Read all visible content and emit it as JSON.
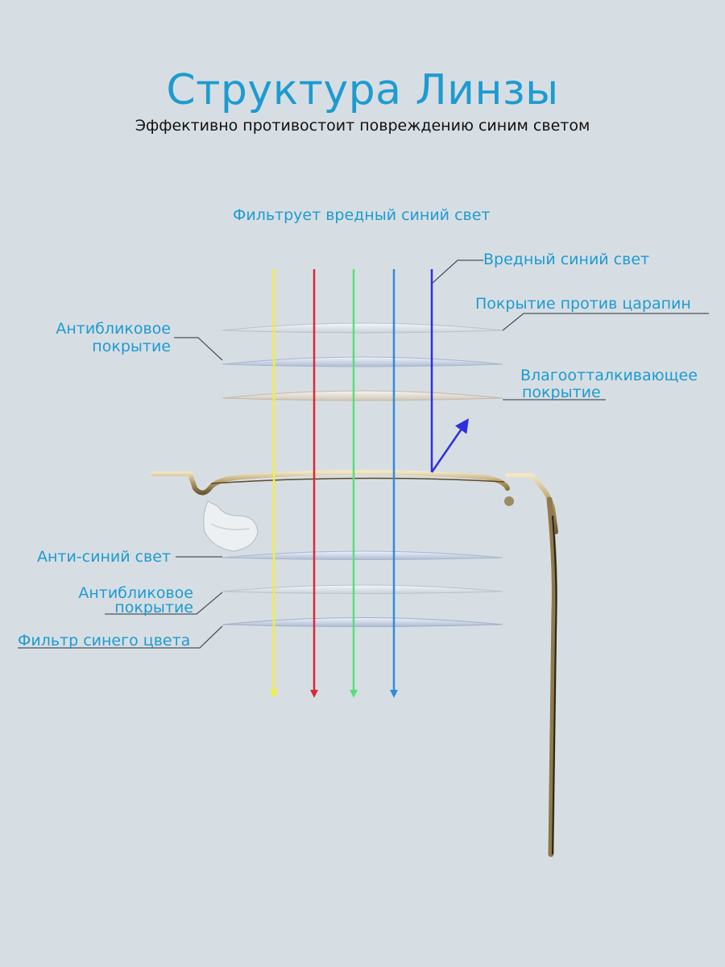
{
  "title": "Структура Линзы",
  "subtitle": "Эффективно противостоит повреждению синим светом",
  "labels": {
    "filters": "Фильтрует вредный синий свет",
    "harmful_blue": "Вредный синий свет",
    "scratch": "Покрытие против царапин",
    "antiglare_top_1": "Антибликовое",
    "antiglare_top_2": "покрытие",
    "hydro_1": "Влагоотталкивающее",
    "hydro_2": "покрытие",
    "anti_blue": "Анти-синий свет",
    "antiglare_bottom_1": "Антибликовое",
    "antiglare_bottom_2": "покрытие",
    "blue_filter": "Фильтр синего цвета"
  },
  "colors": {
    "text_accent": "#1d9bd0",
    "ray_yellow": "#f2ee3a",
    "ray_red": "#d8283a",
    "ray_green": "#56e07a",
    "ray_blue": "#2e8ce0",
    "ray_harmful": "#2b2fe0"
  }
}
